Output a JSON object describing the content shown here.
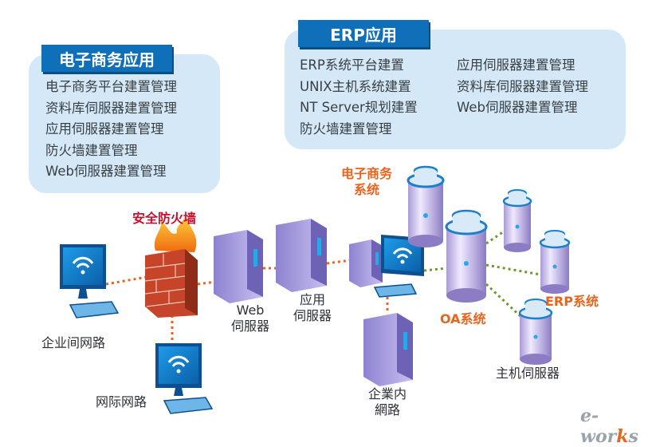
{
  "ecommerce_panel": {
    "title": "电子商务应用",
    "items": [
      "电子商务平台建置管理",
      "资料库伺服器建置管理",
      "应用伺服器建置管理",
      "防火墙建置管理",
      "Web伺服器建置管理"
    ]
  },
  "erp_panel": {
    "title": "ERP应用",
    "left_items": [
      "ERP系统平台建置",
      "UNIX主机系统建置",
      "NT Server规划建置",
      "防火墙建置管理"
    ],
    "right_items": [
      "应用伺服器建置管理",
      "资料库伺服器建置管理",
      "Web伺服器建置管理"
    ]
  },
  "labels": {
    "firewall": "安全防火墙",
    "enterprise_net": "企业间网路",
    "internet": "网际网路",
    "web_server_1": "Web",
    "web_server_2": "伺服器",
    "app_server_1": "应用",
    "app_server_2": "伺服器",
    "intranet_1": "企業内",
    "intranet_2": "網路",
    "ecommerce_sys_1": "电子商务",
    "ecommerce_sys_2": "系统",
    "oa_sys": "OA系统",
    "erp_sys": "ERP系统",
    "host_server": "主机伺服器"
  },
  "logo": {
    "prefix": "e-wor",
    "accent": "k",
    "suffix": "s"
  },
  "colors": {
    "tab_blue": "#0f6fb9",
    "panel_blue": "#d4e8f7",
    "link_orange": "#e8641c",
    "link_green": "#6b9a2a",
    "label_orange": "#e8641c",
    "label_red": "#c8102e"
  }
}
